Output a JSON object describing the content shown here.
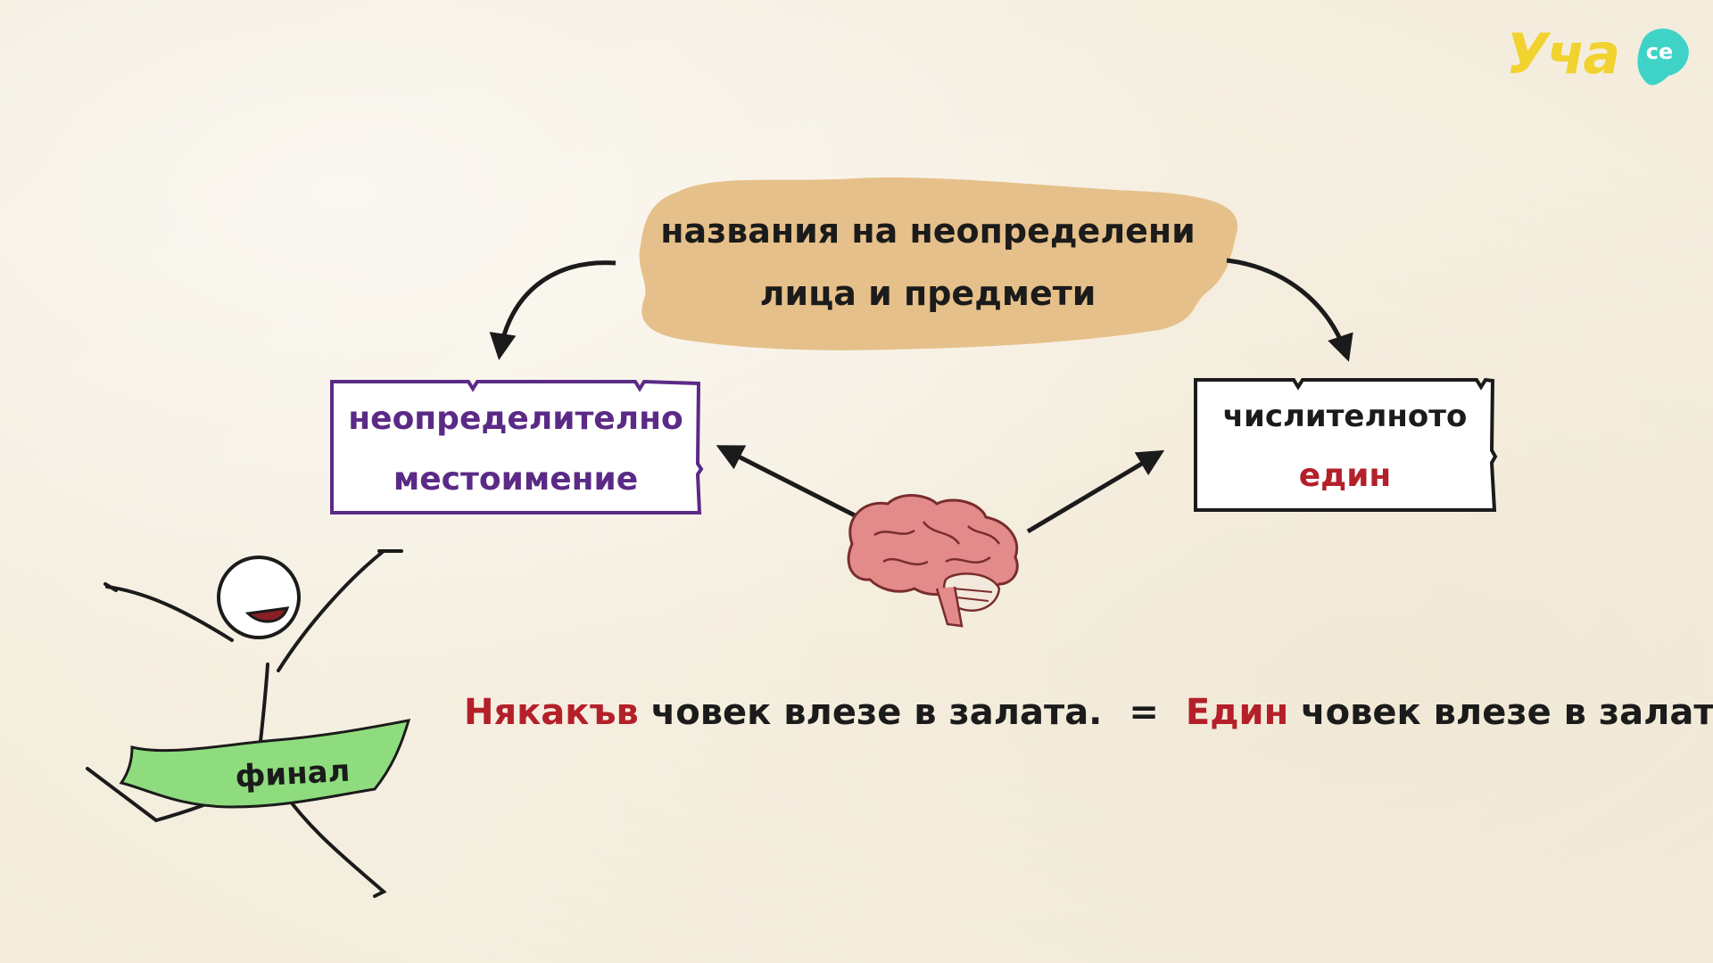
{
  "logo": {
    "text": "Уча",
    "badge": "се",
    "colors": {
      "text": "#f2d22e",
      "badge": "#3fd3c8"
    }
  },
  "top_box": {
    "line1": "названия на неопределени",
    "line2": "лица и предмети",
    "color": "#e6c08a"
  },
  "left_box": {
    "line1": "неопределително",
    "line2": "местоимение",
    "color": "#5b2a86"
  },
  "right_box": {
    "line1": "числителното",
    "line2": "един",
    "highlight_color": "#b4202a"
  },
  "center_icon": "brain-icon",
  "sentence": {
    "left_highlight": "Някакъв",
    "left_rest": " човек влезе в залата.",
    "equals": "=",
    "right_highlight": "Един",
    "right_rest": " човек влезе в залата."
  },
  "figure": {
    "icon": "stick-figure-icon",
    "finish_label": "финал",
    "ribbon_color": "#8fdc7e"
  }
}
